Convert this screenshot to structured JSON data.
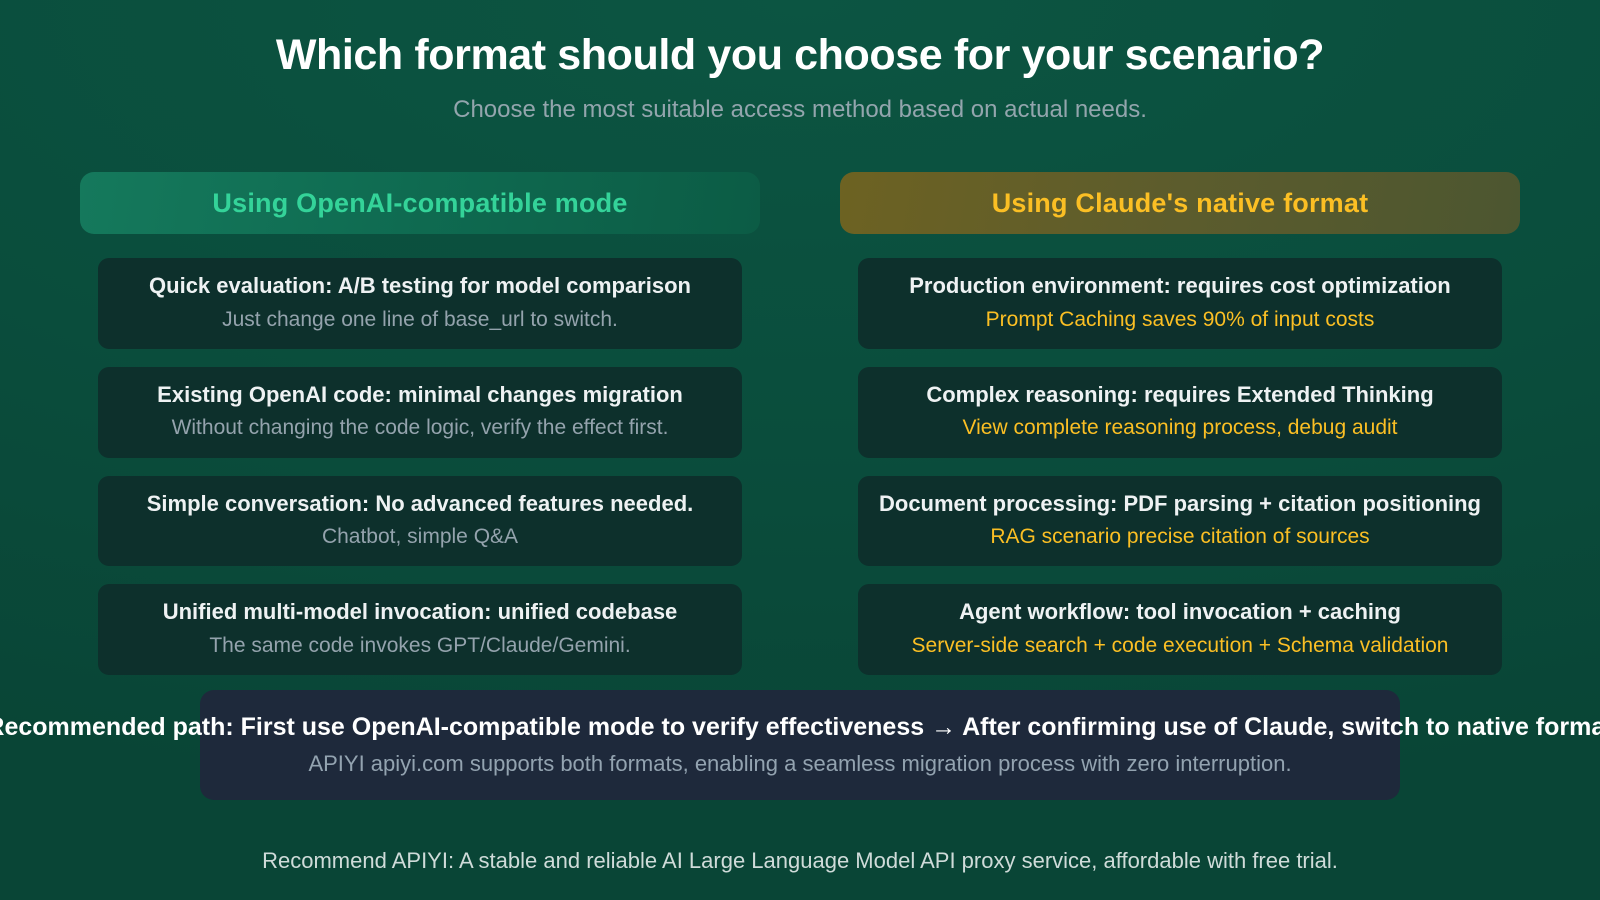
{
  "hero": {
    "title": "Which format should you choose for your scenario?",
    "subtitle": "Choose the most suitable access method based on actual needs."
  },
  "colors": {
    "background": "#0a4d3c",
    "card_background": "#0d302c",
    "accent_green": "#34d399",
    "accent_amber": "#fbbf24",
    "banner_background": "#1e293b",
    "muted_text": "#94a3ad",
    "title_text": "#ffffff"
  },
  "columns": [
    {
      "header": "Using OpenAI-compatible mode",
      "accent": "#34d399",
      "cards": [
        {
          "title": "Quick evaluation: A/B testing for model comparison",
          "subtitle": "Just change one line of base_url to switch."
        },
        {
          "title": "Existing OpenAI code: minimal changes migration",
          "subtitle": "Without changing the code logic, verify the effect first."
        },
        {
          "title": "Simple conversation: No advanced features needed.",
          "subtitle": "Chatbot, simple Q&A"
        },
        {
          "title": "Unified multi-model invocation: unified codebase",
          "subtitle": "The same code invokes GPT/Claude/Gemini."
        }
      ]
    },
    {
      "header": "Using Claude's native format",
      "accent": "#fbbf24",
      "cards": [
        {
          "title": "Production environment: requires cost optimization",
          "subtitle": "Prompt Caching saves 90% of input costs"
        },
        {
          "title": "Complex reasoning: requires Extended Thinking",
          "subtitle": "View complete reasoning process, debug audit"
        },
        {
          "title": "Document processing: PDF parsing + citation positioning",
          "subtitle": "RAG scenario precise citation of sources"
        },
        {
          "title": "Agent workflow: tool invocation + caching",
          "subtitle": "Server-side search + code execution + Schema validation"
        }
      ]
    }
  ],
  "banner": {
    "title": "Recommended path: First use OpenAI-compatible mode to verify effectiveness → After confirming use of Claude, switch to native format",
    "subtitle": "APIYI apiyi.com supports both formats, enabling a seamless migration process with zero interruption."
  },
  "footer": {
    "text": "Recommend APIYI: A stable and reliable AI Large Language Model API proxy service, affordable with free trial."
  }
}
